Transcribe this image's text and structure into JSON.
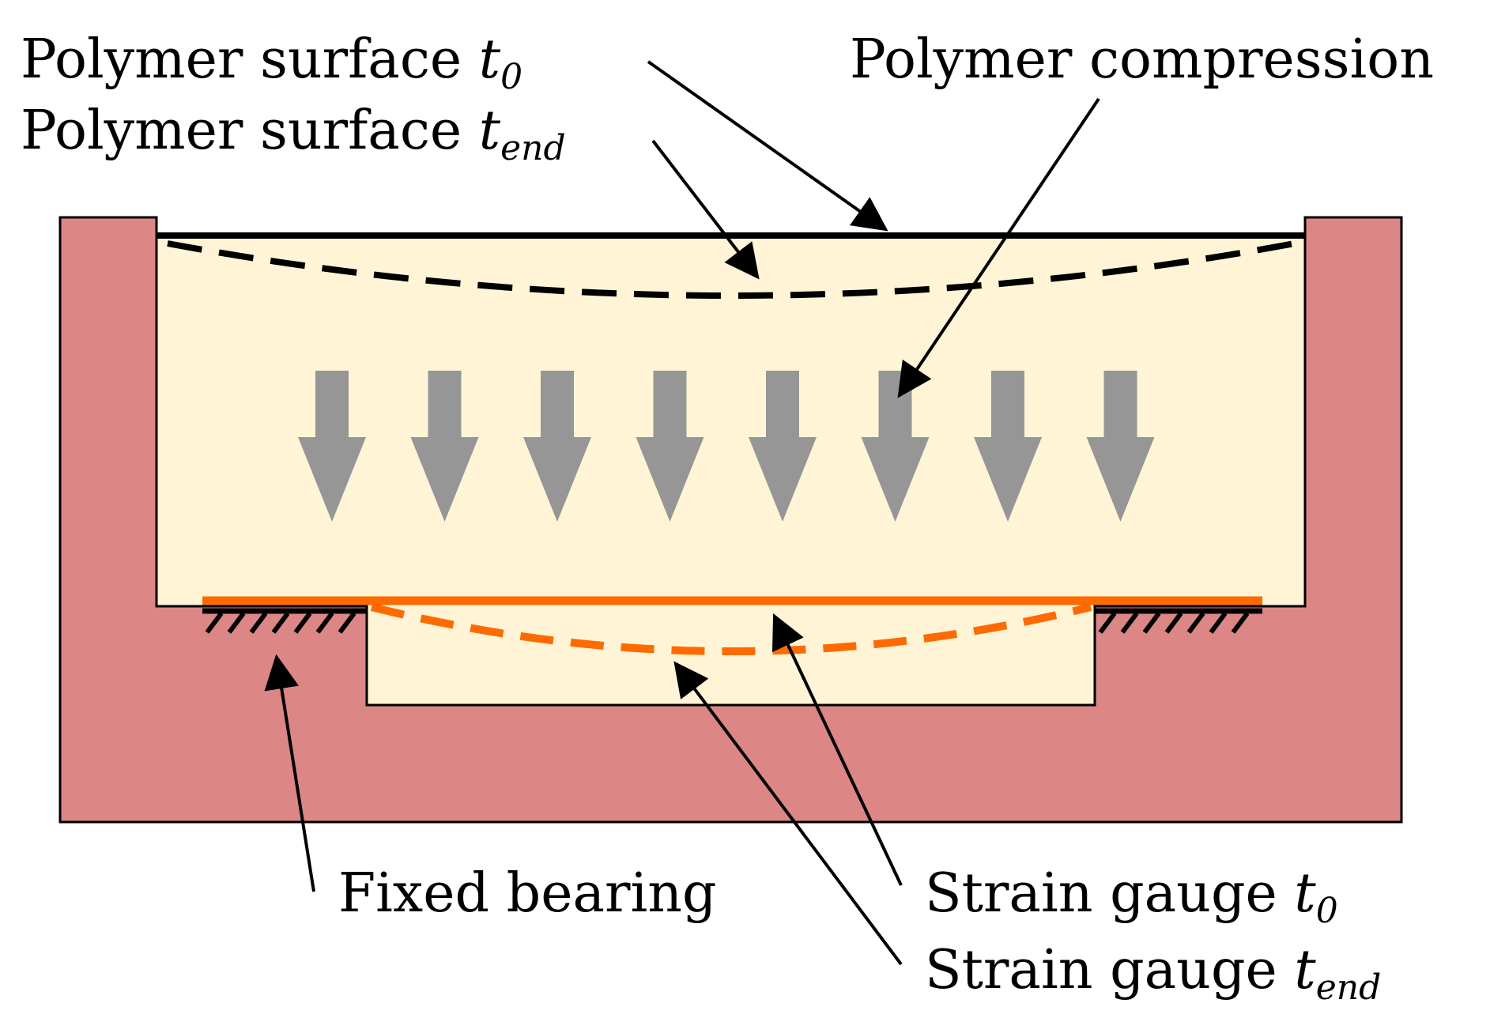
{
  "colors": {
    "housing": "#DC8686",
    "polymer": "#FFF5D6",
    "gauge": "#FF6A00",
    "compression_arrow": "#969696",
    "line": "#000000"
  },
  "labels": {
    "polymer_surface_t0": {
      "base": "Polymer surface ",
      "var": "t",
      "sub": "0"
    },
    "polymer_surface_tend": {
      "base": "Polymer surface ",
      "var": "t",
      "sub": "end"
    },
    "polymer_compression": {
      "base": "Polymer compression"
    },
    "fixed_bearing": {
      "base": "Fixed bearing"
    },
    "strain_gauge_t0": {
      "base": "Strain gauge ",
      "var": "t",
      "sub": "0"
    },
    "strain_gauge_tend": {
      "base": "Strain gauge ",
      "var": "t",
      "sub": "end"
    }
  },
  "compression_arrow_count": 8
}
